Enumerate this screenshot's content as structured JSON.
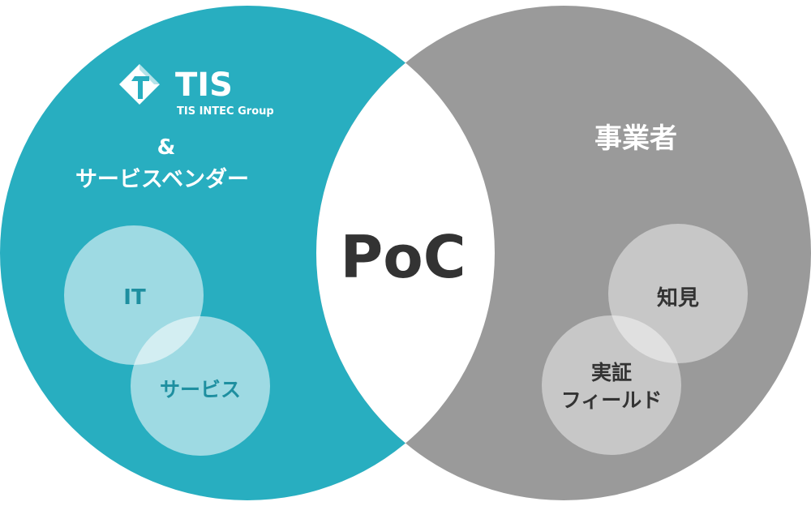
{
  "colors": {
    "teal": "#28aec0",
    "gray": "#9a9a9a",
    "white": "#ffffff",
    "dark_text": "#333333",
    "teal_text": "#1e8fa0",
    "bubble_teal": "#ffffff",
    "bubble_gray": "#ffffff"
  },
  "left": {
    "logo_name": "TIS",
    "logo_subtitle": "TIS INTEC Group",
    "logo_icon": "tis-diamond-logo",
    "ampersand": "&",
    "vendor_label": "サービスベンダー",
    "bubbles": [
      "IT",
      "サービス"
    ]
  },
  "right": {
    "title": "事業者",
    "bubbles": {
      "top": "知見",
      "bottom_line1": "実証",
      "bottom_line2": "フィールド"
    }
  },
  "center": {
    "label": "PoC"
  }
}
